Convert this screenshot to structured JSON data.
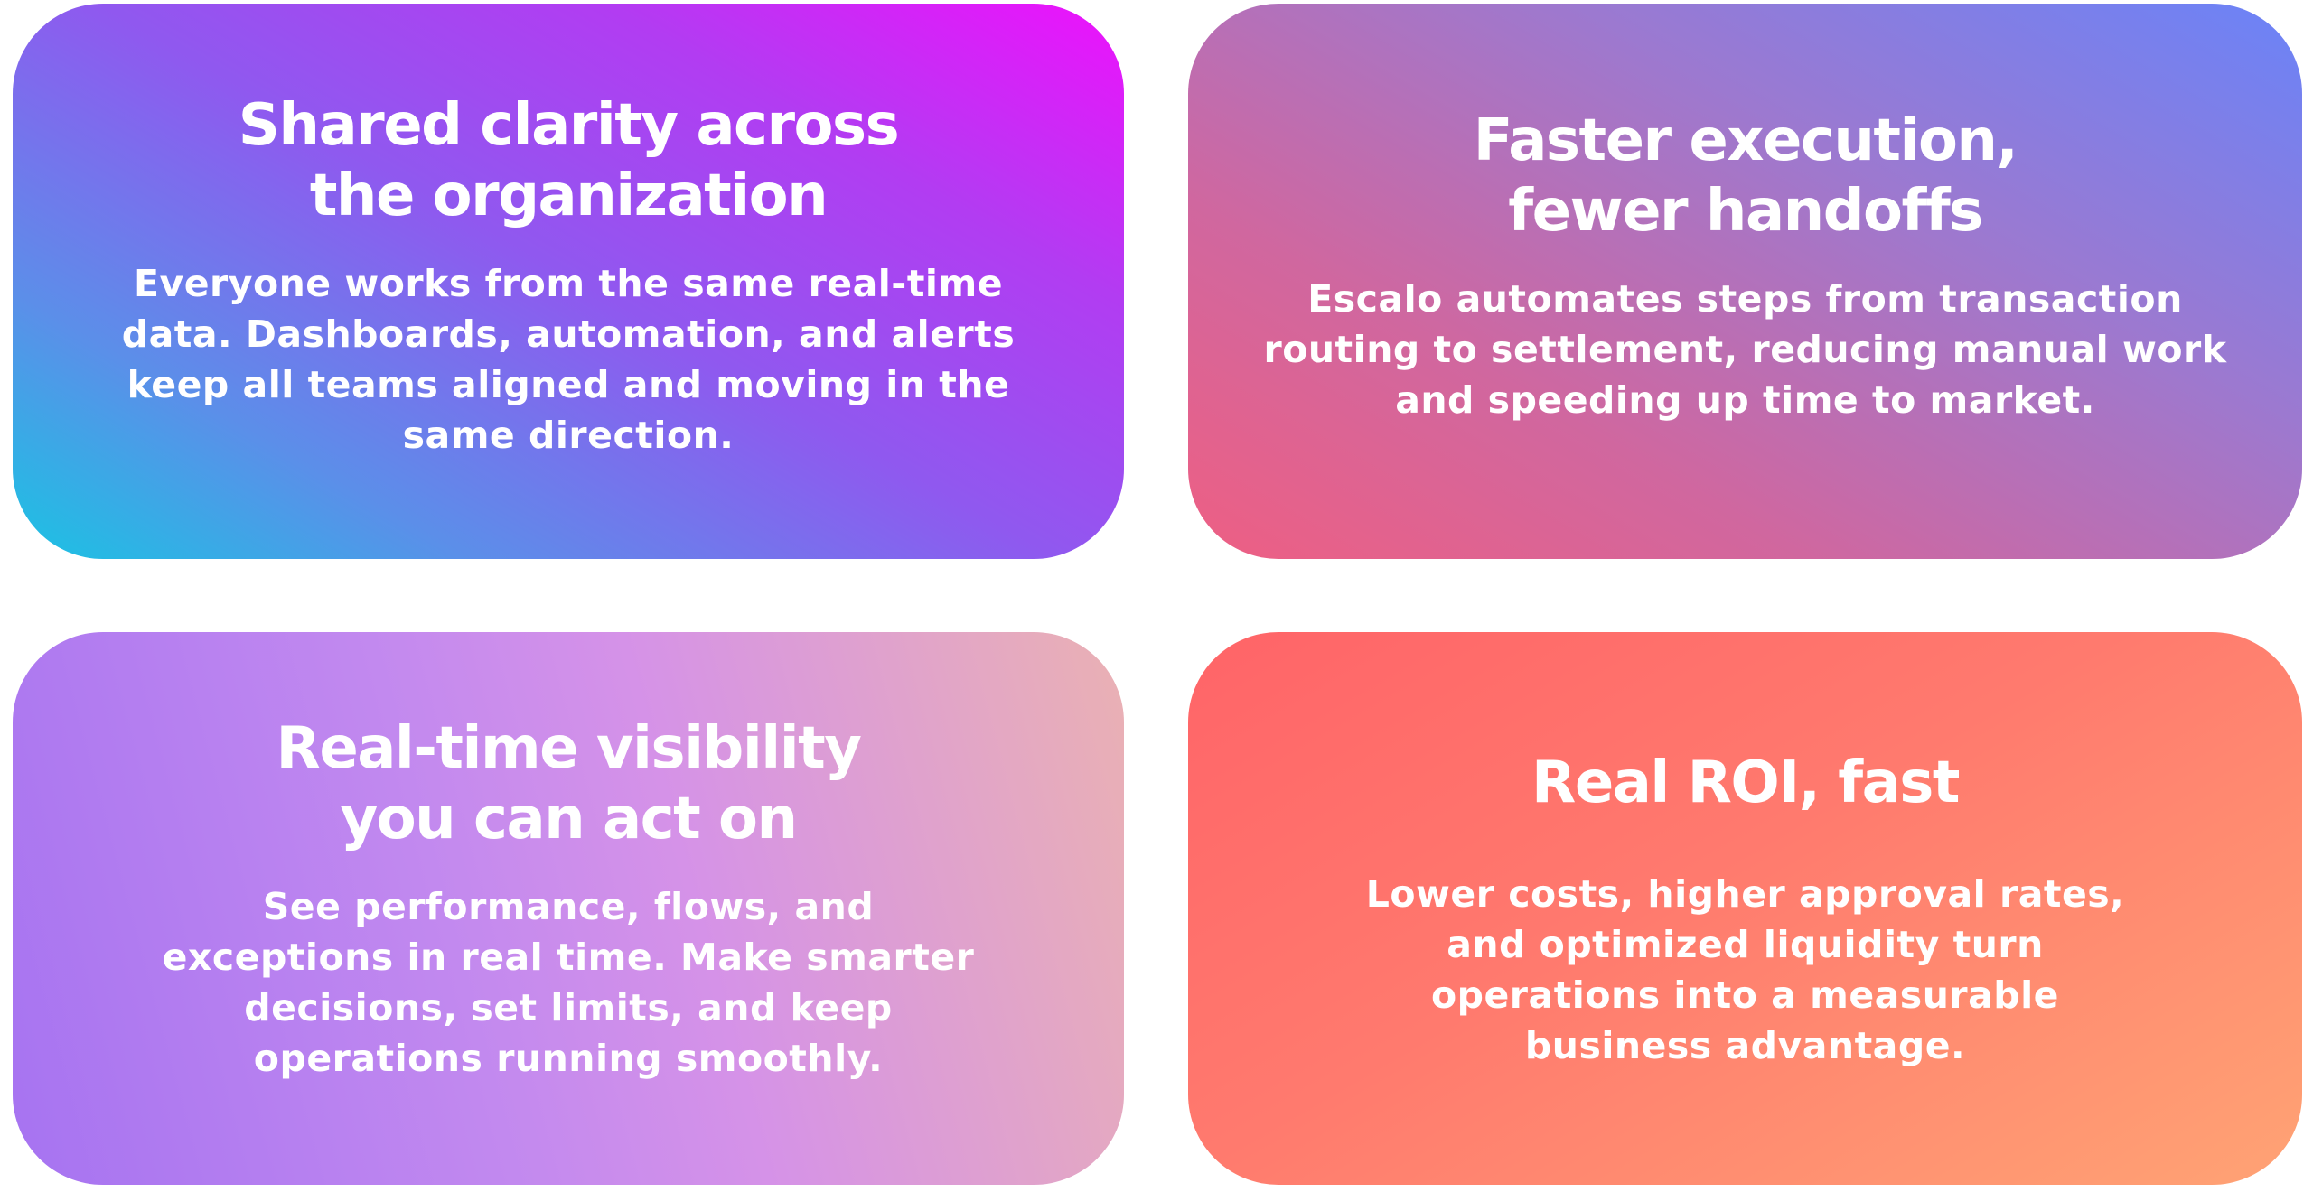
{
  "cards": [
    {
      "title_lines": [
        "Shared clarity across",
        "the organization"
      ],
      "body": "Everyone works from the same real-time data. Dashboards, automation, and alerts keep all teams aligned and moving in the same direction."
    },
    {
      "title_lines": [
        "Faster execution,",
        "fewer handoffs"
      ],
      "body": "Escalo automates steps from transaction routing to settlement, reducing manual work and speeding up time to market."
    },
    {
      "title_lines": [
        "Real-time visibility",
        "you can act on"
      ],
      "body": "See performance, flows, and exceptions in real time. Make smarter decisions, set limits, and keep operations running smoothly."
    },
    {
      "title_lines": [
        "Real ROI, fast"
      ],
      "body": "Lower costs, higher approval rates, and optimized liquidity turn operations into a measurable business advantage."
    }
  ],
  "colors": {
    "card_1_gradient": [
      "#1ac3e3",
      "#8f59ef",
      "#ee11fc"
    ],
    "card_2_gradient": [
      "#ee5f83",
      "#d0679f",
      "#6a83f8"
    ],
    "card_3_gradient": [
      "#a673f1",
      "#d592e8",
      "#eab1b3"
    ],
    "card_4_gradient": [
      "#ff6468",
      "#ff7a6e",
      "#ffa374"
    ],
    "text": "#ffffff"
  }
}
